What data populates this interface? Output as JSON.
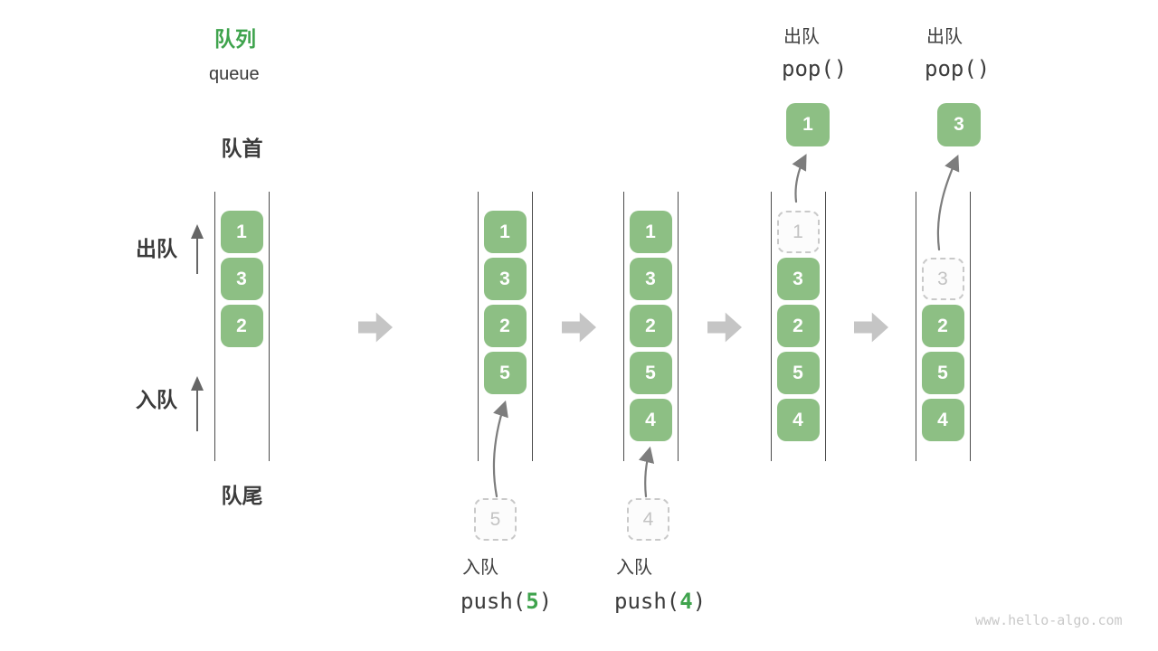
{
  "title": {
    "zh": "队列",
    "en": "queue"
  },
  "side": {
    "front": "队首",
    "rear": "队尾",
    "dequeue": "出队",
    "enqueue": "入队"
  },
  "operations": {
    "push5": {
      "label": "入队",
      "code_pre": "push(",
      "code_arg": "5",
      "code_post": ")"
    },
    "push4": {
      "label": "入队",
      "code_pre": "push(",
      "code_arg": "4",
      "code_post": ")"
    },
    "pop1": {
      "label": "出队",
      "code": "pop()"
    },
    "pop2": {
      "label": "出队",
      "code": "pop()"
    }
  },
  "states": [
    {
      "boxes": [
        "1",
        "3",
        "2"
      ]
    },
    {
      "boxes": [
        "1",
        "3",
        "2",
        "5"
      ],
      "incoming": "5"
    },
    {
      "boxes": [
        "1",
        "3",
        "2",
        "5",
        "4"
      ],
      "incoming": "4"
    },
    {
      "ghost": "1",
      "boxes": [
        "3",
        "2",
        "5",
        "4"
      ],
      "popped": "1"
    },
    {
      "ghost": "3",
      "boxes": [
        "2",
        "5",
        "4"
      ],
      "popped": "3"
    }
  ],
  "watermark": "www.hello-algo.com",
  "colors": {
    "box_green": "#8dbf84",
    "accent_green": "#3fa34d",
    "block_arrow_gray": "#c5c5c5",
    "curve_arrow_gray": "#7d7d7d",
    "rail_gray": "#4b4b4b",
    "ghost_border_gray": "#c9c9c9",
    "ghost_text_gray": "#c3c3c3",
    "text_dark": "#3b3b3b",
    "watermark_gray": "#c9c9c9"
  }
}
